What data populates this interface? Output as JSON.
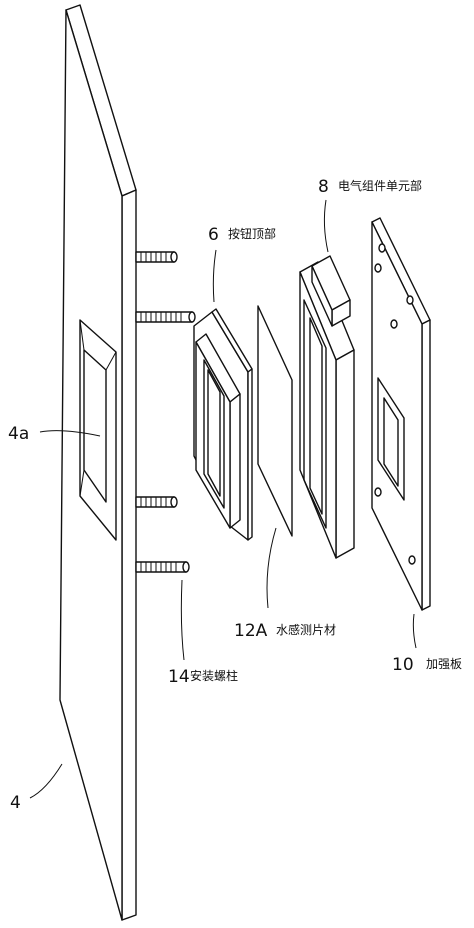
{
  "labels": {
    "panel": {
      "num": "4"
    },
    "hole": {
      "num": "4a"
    },
    "button_top": {
      "num": "6",
      "text": "按钮顶部"
    },
    "electric_unit": {
      "num": "8",
      "text": "电气组件单元部"
    },
    "reinforce_plate": {
      "num": "10",
      "text": "加强板"
    },
    "water_sensor_sheet": {
      "num": "12A",
      "text": "水感测片材"
    },
    "stud": {
      "num": "14",
      "text": "安装螺柱"
    }
  }
}
